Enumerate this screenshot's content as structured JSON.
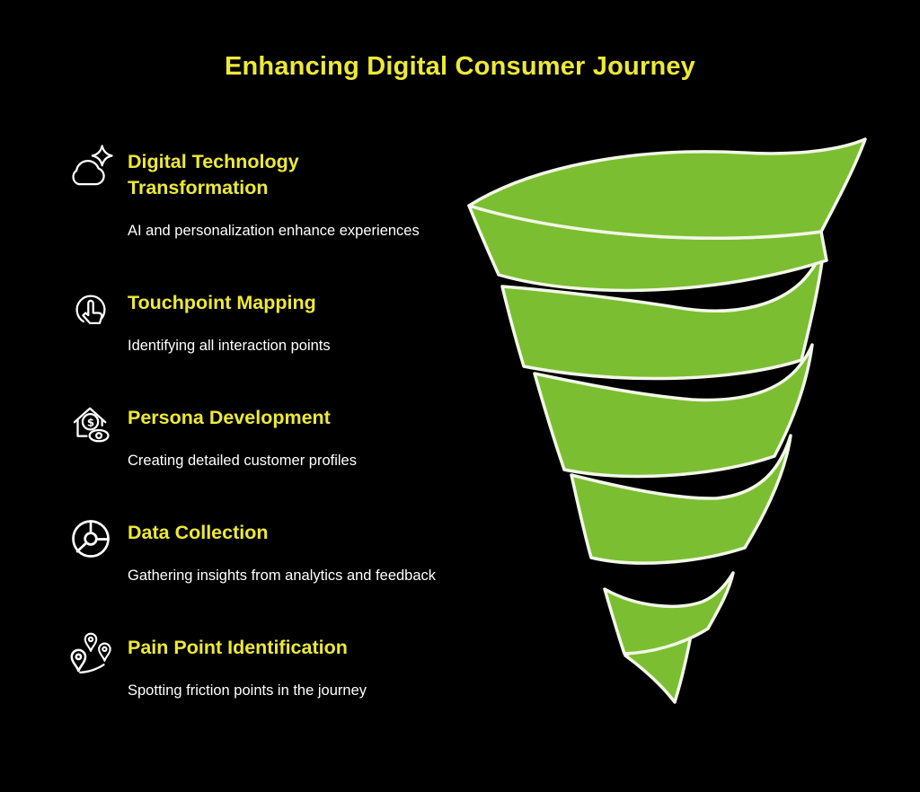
{
  "page": {
    "title": "Enhancing Digital Consumer Journey",
    "background": "#000000"
  },
  "colors": {
    "accent_yellow": "#EDE937",
    "funnel_green": "#7CBE31",
    "outline_white": "#F2F7E8",
    "text_white": "#FFFFFF"
  },
  "items": [
    {
      "icon": "cloud-sparkle-icon",
      "title": "Digital Technology Transformation",
      "description": "AI and personalization enhance experiences"
    },
    {
      "icon": "tap-touch-icon",
      "title": "Touchpoint Mapping",
      "description": "Identifying all interaction points"
    },
    {
      "icon": "house-dollar-eye-icon",
      "title": "Persona Development",
      "description": "Creating detailed customer profiles"
    },
    {
      "icon": "data-wheel-icon",
      "title": "Data Collection",
      "description": "Gathering insights from analytics and feedback"
    },
    {
      "icon": "map-pins-icon",
      "title": "Pain Point Identification",
      "description": "Spotting friction points in the journey"
    }
  ],
  "graphic": {
    "name": "spiral-funnel",
    "bands": 5,
    "color": "#7CBE31"
  }
}
